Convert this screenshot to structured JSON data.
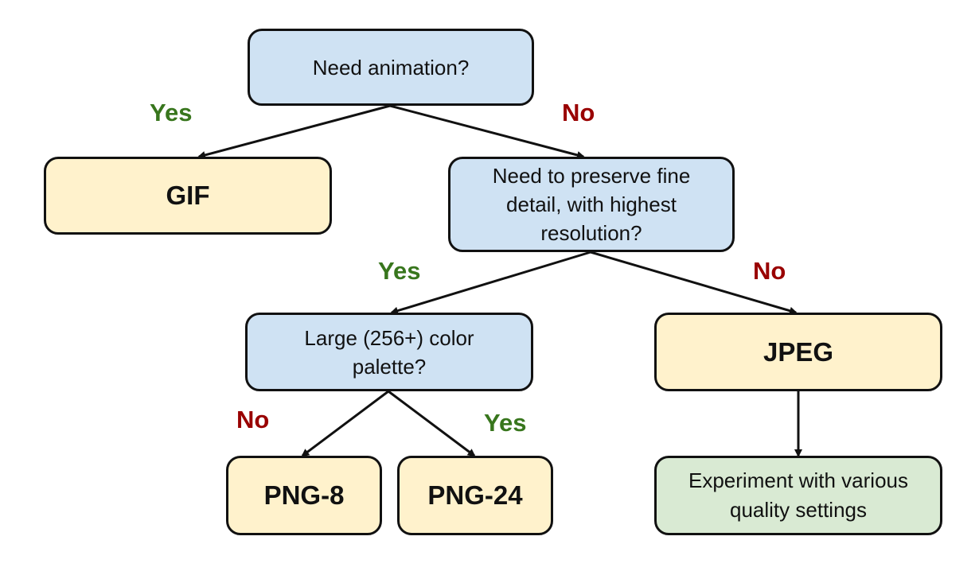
{
  "diagram": {
    "colors": {
      "question_fill": "#cfe2f3",
      "result_fill": "#fff2cc",
      "action_fill": "#d9ead3",
      "yes_text": "#38761d",
      "no_text": "#990000",
      "stroke": "#111111"
    },
    "nodes": {
      "need_animation": "Need animation?",
      "gif": "GIF",
      "fine_detail": "Need to preserve fine detail, with highest resolution?",
      "large_palette": "Large (256+) color palette?",
      "jpeg": "JPEG",
      "png8": "PNG-8",
      "png24": "PNG-24",
      "experiment": "Experiment with various quality settings"
    },
    "edge_labels": {
      "animation_yes": "Yes",
      "animation_no": "No",
      "detail_yes": "Yes",
      "detail_no": "No",
      "palette_no": "No",
      "palette_yes": "Yes"
    }
  }
}
